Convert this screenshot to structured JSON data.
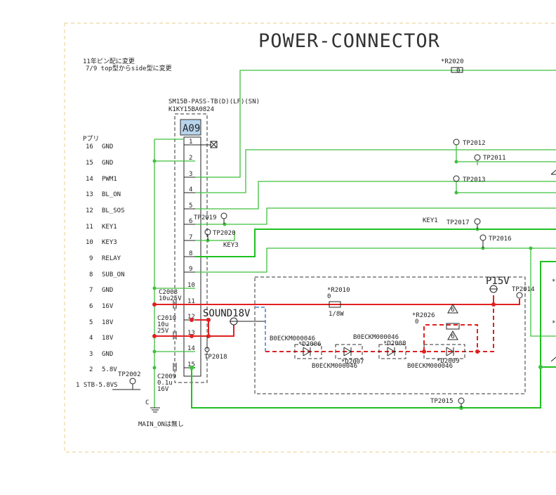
{
  "title": "POWER-CONNECTOR",
  "notes": [
    "11年ピン配に変更",
    "7/9 top型からside型に変更"
  ],
  "connector": {
    "part": "SM15B-PASS-TB(D)(LF)(SN)",
    "code": "K1KY15BA0824",
    "ref": "A09",
    "header": "Pプリ"
  },
  "pins": [
    {
      "side_num": "16",
      "name": "GND",
      "num": "1"
    },
    {
      "side_num": "15",
      "name": "GND",
      "num": "2"
    },
    {
      "side_num": "14",
      "name": "PWM1",
      "num": "3"
    },
    {
      "side_num": "13",
      "name": "BL_ON",
      "num": "4"
    },
    {
      "side_num": "12",
      "name": "BL_SOS",
      "num": "5"
    },
    {
      "side_num": "11",
      "name": "KEY1",
      "num": "6"
    },
    {
      "side_num": "10",
      "name": "KEY3",
      "num": "7"
    },
    {
      "side_num": "9",
      "name": "RELAY",
      "num": "8"
    },
    {
      "side_num": "8",
      "name": "SUB_ON",
      "num": "9"
    },
    {
      "side_num": "7",
      "name": "GND",
      "num": "10"
    },
    {
      "side_num": "6",
      "name": "16V",
      "num": "11"
    },
    {
      "side_num": "5",
      "name": "18V",
      "num": "12"
    },
    {
      "side_num": "4",
      "name": "18V",
      "num": "13"
    },
    {
      "side_num": "3",
      "name": "GND",
      "num": "14"
    },
    {
      "side_num": "2",
      "name": "5.8V",
      "num": "15"
    }
  ],
  "stb_label": "1  STB-5.8VS",
  "test_points": {
    "tp2012": "TP2012",
    "tp2011": "TP2011",
    "tp2013": "TP2013",
    "tp2019": "TP2019",
    "tp2020": "TP2020",
    "tp2017": "TP2017",
    "tp2016": "TP2016",
    "tp2014": "TP2014",
    "tp2018": "TP2018",
    "tp2015": "TP2015",
    "tp2002": "TP2002"
  },
  "net_labels": {
    "key3": "KEY3",
    "key1": "KEY1",
    "sound18v": "SOUND18V",
    "p15v": "P15V"
  },
  "caps": {
    "c2008": [
      "C2008",
      "10u25V"
    ],
    "c2010": [
      "C2010",
      "10u",
      "25V"
    ],
    "c2009": [
      "C2009",
      "0.1u",
      "16V"
    ]
  },
  "resistors": {
    "r2020": "*R2020",
    "r2020_val": "0",
    "r2010": "*R2010",
    "r2010_val": "0",
    "r2010_rating": "1/8W",
    "r2026": "*R2026",
    "r2026_val": "0"
  },
  "diodes": {
    "d2006": "*D2006",
    "d2007": "*D2007",
    "d2008": "*D2008",
    "d2009": "*D2009",
    "part1": "B0ECKM000046",
    "part2": "B0ECKM000046",
    "part3": "B0ECKM000046",
    "part4": "B0ECKM000046"
  },
  "ground_label": "C",
  "footer_note": "MAIN_ONは無し",
  "colors": {
    "signal": "#3fc03f",
    "power": "#e02020",
    "ink": "#222222",
    "frame": "#e8cc88",
    "ref_box": "#b8d4ec"
  }
}
